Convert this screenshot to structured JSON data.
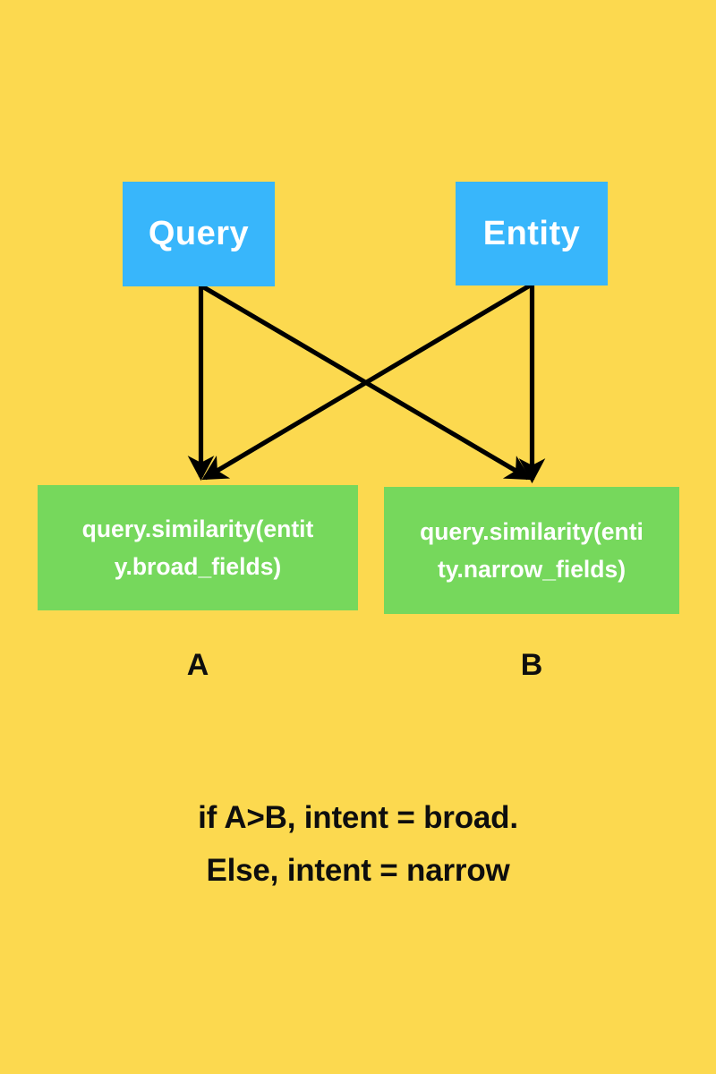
{
  "diagram": {
    "title_text": null,
    "background_color": "#fcd94f",
    "nodes": [
      {
        "id": "query",
        "label": "Query",
        "shape": "rectangle",
        "fill": "#38b6fb",
        "text_color": "#ffffff"
      },
      {
        "id": "entity",
        "label": "Entity",
        "shape": "rectangle",
        "fill": "#38b6fb",
        "text_color": "#ffffff"
      },
      {
        "id": "broad",
        "label": "query.similarity(entity.broad_fields)",
        "line1": "query.similarity(entit",
        "line2": "y.broad_fields)",
        "shape": "rectangle",
        "fill": "#76d85c",
        "text_color": "#ffffff"
      },
      {
        "id": "narrow",
        "label": "query.similarity(entity.narrow_fields)",
        "line1": "query.similarity(enti",
        "line2": "ty.narrow_fields)",
        "shape": "rectangle",
        "fill": "#76d85c",
        "text_color": "#ffffff"
      }
    ],
    "edges": [
      {
        "from": "query",
        "to": "broad",
        "style": "solid-arrow",
        "color": "#000000"
      },
      {
        "from": "query",
        "to": "narrow",
        "style": "solid-arrow",
        "color": "#000000"
      },
      {
        "from": "entity",
        "to": "broad",
        "style": "solid-arrow",
        "color": "#000000"
      },
      {
        "from": "entity",
        "to": "narrow",
        "style": "solid-arrow",
        "color": "#000000"
      }
    ],
    "branch_labels": [
      {
        "id": "a",
        "label": "A",
        "for_node": "broad"
      },
      {
        "id": "b",
        "label": "B",
        "for_node": "narrow"
      }
    ],
    "caption": {
      "line1": "if A>B, intent = broad.",
      "line2": "Else, intent = narrow",
      "color": "#0e0e0e"
    }
  }
}
